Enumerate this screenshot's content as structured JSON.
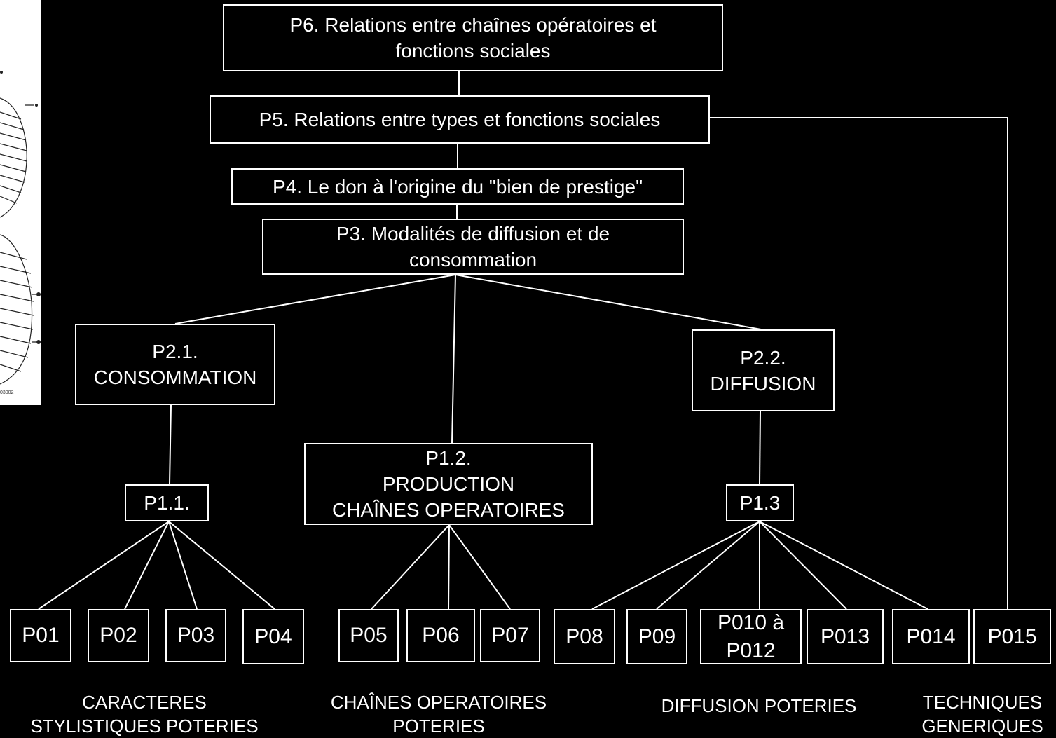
{
  "diagram": {
    "nodes": {
      "p6": "P6. Relations entre chaînes opératoires et\nfonctions sociales",
      "p5": "P5. Relations entre types et fonctions sociales",
      "p4": "P4. Le don à l'origine du \"bien de prestige\"",
      "p3": "P3. Modalités de diffusion et de\nconsommation",
      "p21": "P2.1.\nCONSOMMATION",
      "p22": "P2.2.\nDIFFUSION",
      "p11": "P1.1.",
      "p12": "P1.2.\nPRODUCTION\nCHAÎNES OPERATOIRES",
      "p13": "P1.3",
      "p01": "P01",
      "p02": "P02",
      "p03": "P03",
      "p04": "P04",
      "p05": "P05",
      "p06": "P06",
      "p07": "P07",
      "p08": "P08",
      "p09": "P09",
      "p010": "P010 à\nP012",
      "p013": "P013",
      "p014": "P014",
      "p015": "P015"
    },
    "captions": {
      "stylistic": "CARACTERES\nSTYLISTIQUES POTERIES",
      "chains": "CHAÎNES OPERATOIRES\nPOTERIES",
      "diffusion": "DIFFUSION POTERIES",
      "techniques": "TECHNIQUES\nGENERIQUES"
    },
    "thumbnail_label": "03002",
    "colors": {
      "background": "#000000",
      "foreground": "#ffffff",
      "thumbnail": "#ffffff"
    }
  }
}
